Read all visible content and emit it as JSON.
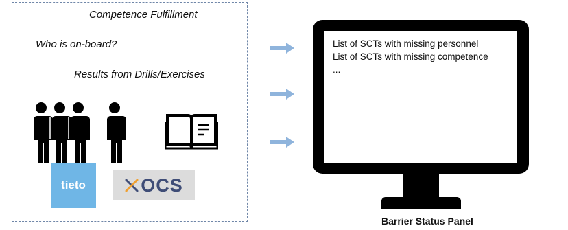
{
  "left_panel": {
    "title": "Competence Fulfillment",
    "question": "Who is on-board?",
    "results": "Results from Drills/Exercises",
    "icons": [
      "people-group-icon",
      "person-icon",
      "book-icon"
    ],
    "logos": {
      "tieto": "tieto",
      "ocs": "OCS"
    }
  },
  "arrows": [
    "arrow-icon",
    "arrow-icon",
    "arrow-icon"
  ],
  "screen": {
    "lines": [
      "List of SCTs with missing personnel",
      "List of SCTs with missing competence",
      "..."
    ]
  },
  "caption": "Barrier Status Panel",
  "colors": {
    "border": "#6f86a8",
    "arrow": "#8fb4dc",
    "tieto": "#6fb6e6",
    "ocs_text": "#3f4d77",
    "ocs_bg": "#dcdcdc"
  }
}
